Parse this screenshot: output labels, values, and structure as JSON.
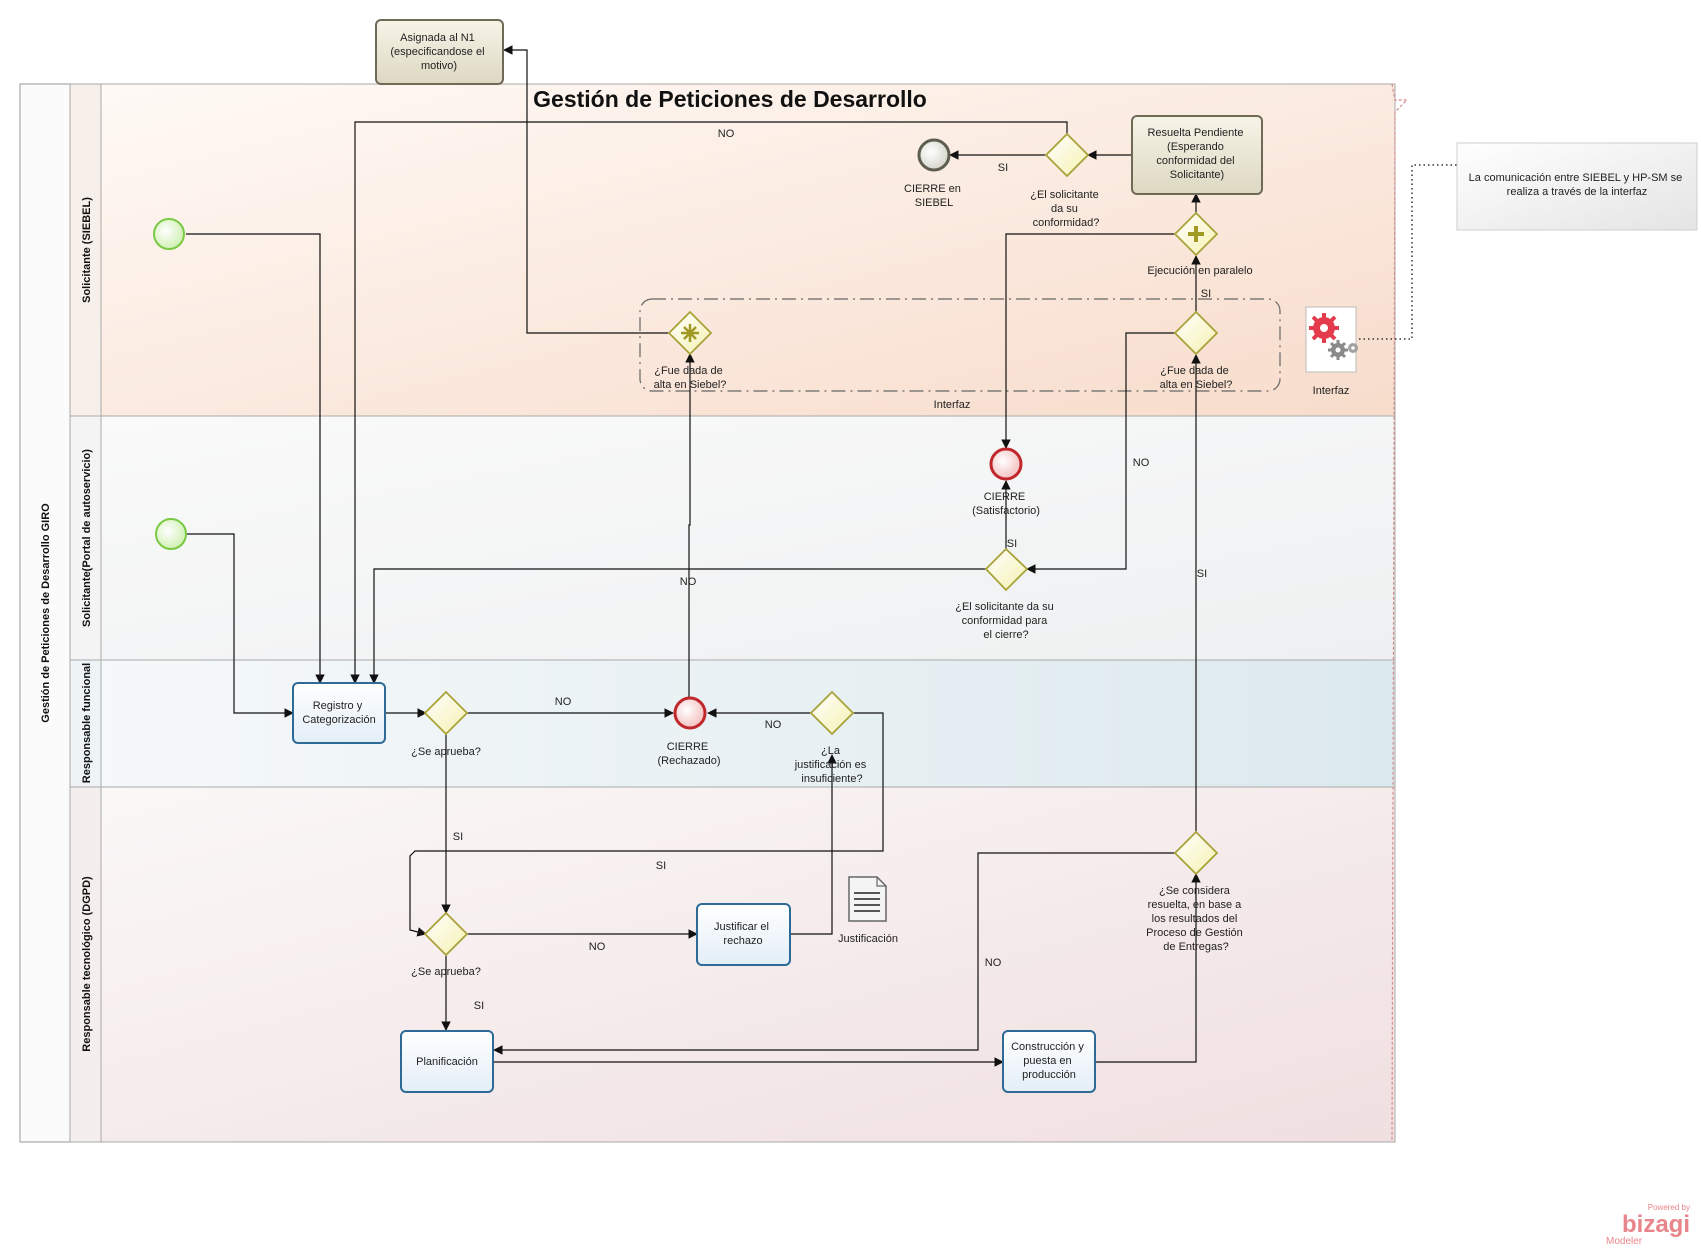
{
  "title": "Gestión de Peticiones de Desarrollo",
  "pool_label": "Gestión de Peticiones de Desarrollo GIRO",
  "lanes": [
    {
      "label": "Solicitante (SIEBEL)"
    },
    {
      "label": "Solicitante(Portal de autoservicio)"
    },
    {
      "label": "Responsable funcional"
    },
    {
      "label": "Responsable tecnológico (DGPD)"
    }
  ],
  "tasks": {
    "asignada": [
      "Asignada al N1",
      "(especificandose el",
      "motivo)"
    ],
    "resuelta": [
      "Resuelta Pendiente",
      "(Esperando",
      "conformidad del",
      "Solicitante)"
    ],
    "registro": [
      "Registro y",
      "Categorización"
    ],
    "justificar": [
      "Justificar el",
      "rechazo"
    ],
    "planificacion": [
      "Planificación"
    ],
    "construccion": [
      "Construcción y",
      "puesta en",
      "producción"
    ]
  },
  "events": {
    "cierre_siebel": [
      "CIERRE en",
      "SIEBEL"
    ],
    "cierre_satisfactorio": [
      "CIERRE",
      "(Satisfactorio)"
    ],
    "cierre_rechazado": [
      "CIERRE",
      "(Rechazado)"
    ]
  },
  "gateways": {
    "conformidad_siebel": [
      "¿El solicitante",
      "da su",
      "conformidad?"
    ],
    "ejecucion_paralelo": [
      "Ejecución en paralelo"
    ],
    "fue_dada_alta_1": [
      "¿Fue dada de",
      "alta en Siebel?"
    ],
    "fue_dada_alta_2": [
      "¿Fue dada de",
      "alta en Siebel?"
    ],
    "conformidad_cierre": [
      "¿El solicitante da su",
      "conformidad para",
      "el cierre?"
    ],
    "se_aprueba_1": [
      "¿Se aprueba?"
    ],
    "justificacion": [
      "¿La",
      "justificación es",
      "insuficiente?"
    ],
    "se_aprueba_2": [
      "¿Se aprueba?"
    ],
    "se_considera": [
      "¿Se considera",
      "resuelta, en base a",
      "los resultados del",
      "Proceso de Gestión",
      "de Entregas?"
    ]
  },
  "group_label": "Interfaz",
  "interfaz_label": "Interfaz",
  "artifact_label": "Justificación",
  "annotation": [
    "La comunicación entre SIEBEL y HP-SM se",
    "realiza a través de la interfaz"
  ],
  "flow_labels": {
    "no_top": "NO",
    "si_cierre_siebel": "SI",
    "si_paralelo": "SI",
    "no_alta": "NO",
    "si_cierre_sat": "SI",
    "si_right": "SI",
    "no_rechazo": "NO",
    "no_aprueba1": "NO",
    "no_justif": "NO",
    "si_aprueba1": "SI",
    "si_loop": "SI",
    "no_aprueba2": "NO",
    "si_aprueba2": "SI",
    "no_considera": "NO"
  },
  "brand": {
    "powered": "Powered by",
    "name": "bizagi",
    "sub": "Modeler"
  },
  "colors": {
    "lane1": "#fbeee6",
    "lane2": "#f4f5f6",
    "lane3": "#e6eff2",
    "lane4": "#f5ecec",
    "task_border": "#2e6a96",
    "start": "#7ac943",
    "end": "#c0282c",
    "gateway": "#e6e08a"
  }
}
